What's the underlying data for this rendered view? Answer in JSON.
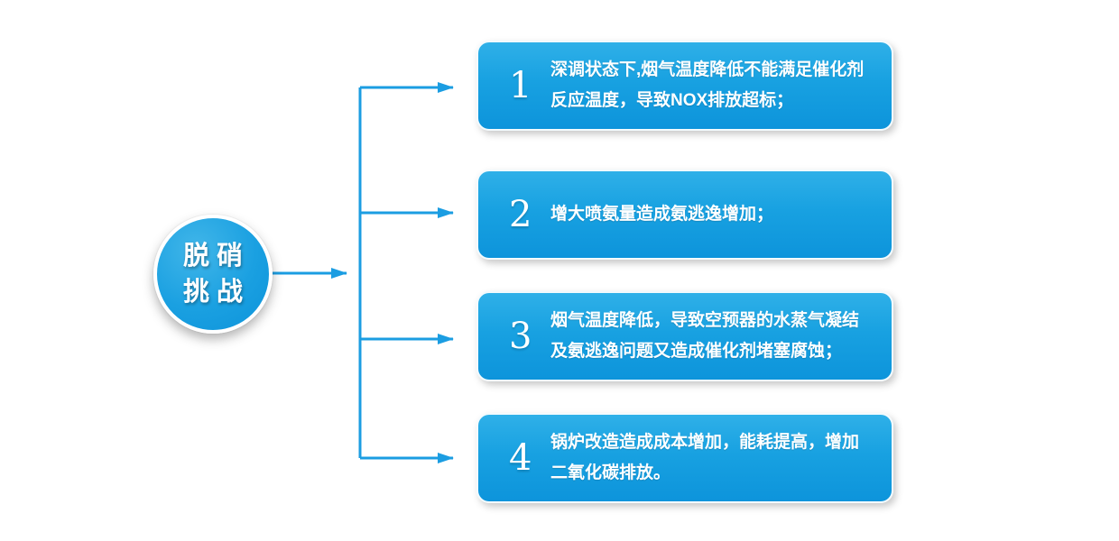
{
  "hub": {
    "line1": "脱硝",
    "line2": "挑战"
  },
  "items": [
    {
      "number": "1",
      "text": "深调状态下,烟气温度降低不能满足催化剂\n反应温度，导致NOX排放超标；"
    },
    {
      "number": "2",
      "text": "增大喷氨量造成氨逃逸增加；"
    },
    {
      "number": "3",
      "text": "烟气温度降低，导致空预器的水蒸气凝结\n及氨逃逸问题又造成催化剂堵塞腐蚀；"
    },
    {
      "number": "4",
      "text": "锅炉改造造成成本增加，能耗提高，增加\n二氧化碳排放。"
    }
  ],
  "colors": {
    "line": "#1b9de2",
    "card_top": "#2fb0e8",
    "card_bottom": "#0d94db",
    "hub_fill": "#1aa0e1",
    "text": "#ffffff"
  }
}
